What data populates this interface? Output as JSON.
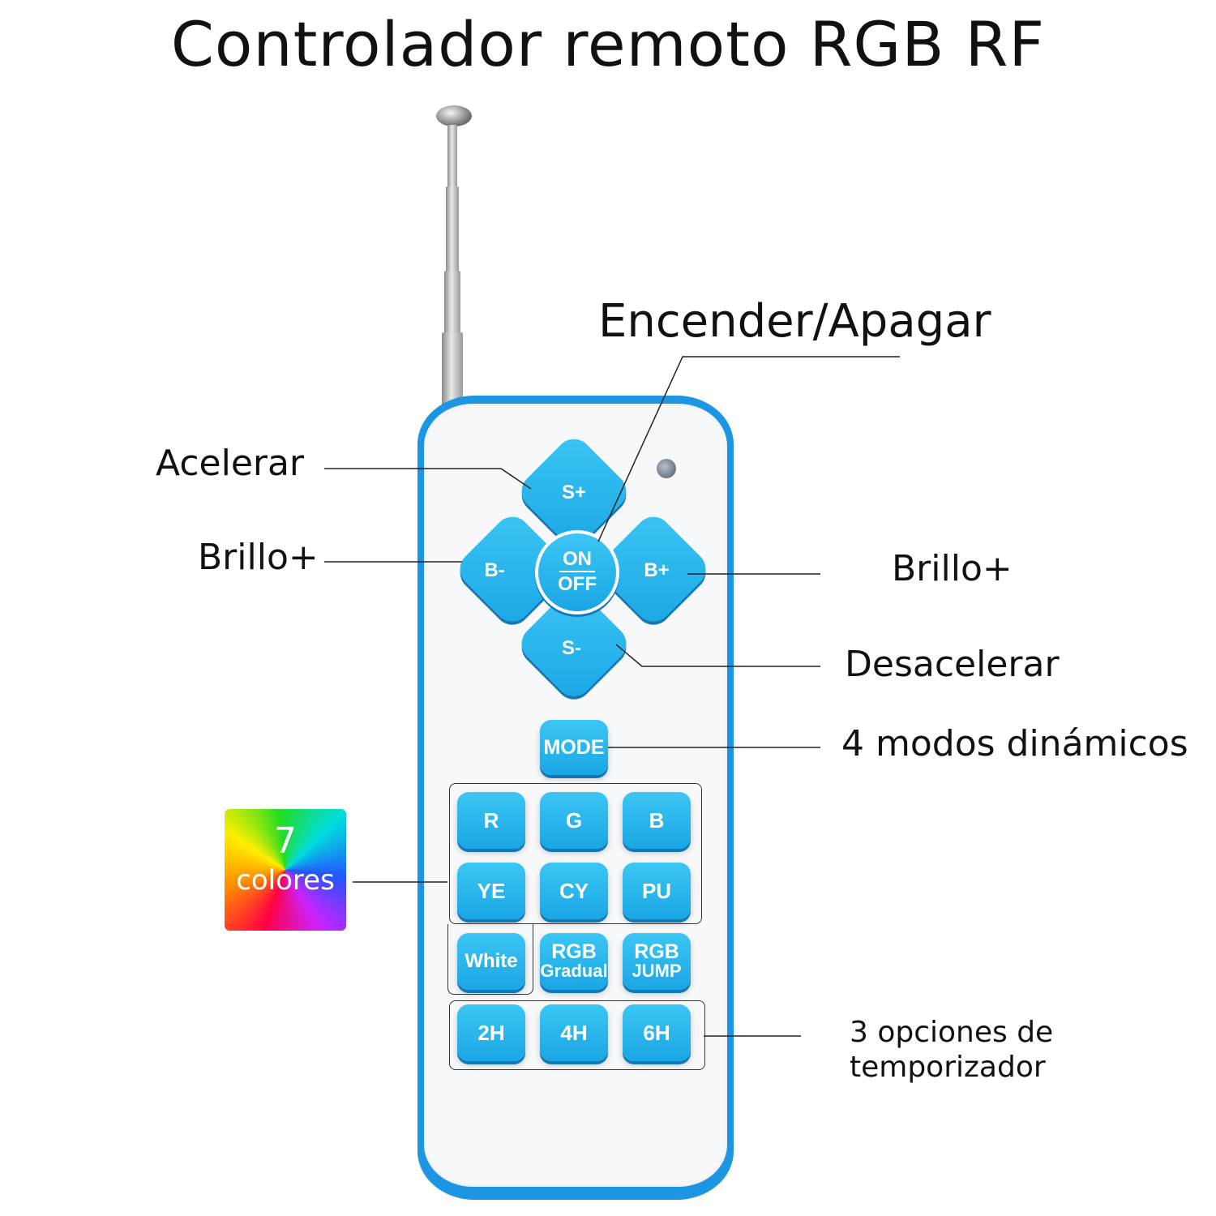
{
  "title": "Controlador remoto RGB RF",
  "labels": {
    "power": "Encender/Apagar",
    "speed_up": "Acelerar",
    "brightness_left": "Brillo+",
    "brightness_right": "Brillo+",
    "speed_down": "Desacelerar",
    "modes": "4 modos dinámicos",
    "timer_line1": "3 opciones de",
    "timer_line2": "temporizador"
  },
  "badge": {
    "number": "7",
    "text": "colores"
  },
  "remote": {
    "dpad": {
      "up": "S+",
      "down": "S-",
      "left": "B-",
      "right": "B+"
    },
    "power_on": "ON",
    "power_off": "OFF",
    "mode": "MODE",
    "colors": [
      "R",
      "G",
      "B",
      "YE",
      "CY",
      "PU",
      "White"
    ],
    "rgb_gradual": {
      "top": "RGB",
      "bottom": "Gradual"
    },
    "rgb_jump": {
      "top": "RGB",
      "bottom": "JUMP"
    },
    "timers": [
      "2H",
      "4H",
      "6H"
    ]
  },
  "colors": {
    "accent_blue": "#1aa6e4",
    "body_blue": "#1c95e2"
  }
}
